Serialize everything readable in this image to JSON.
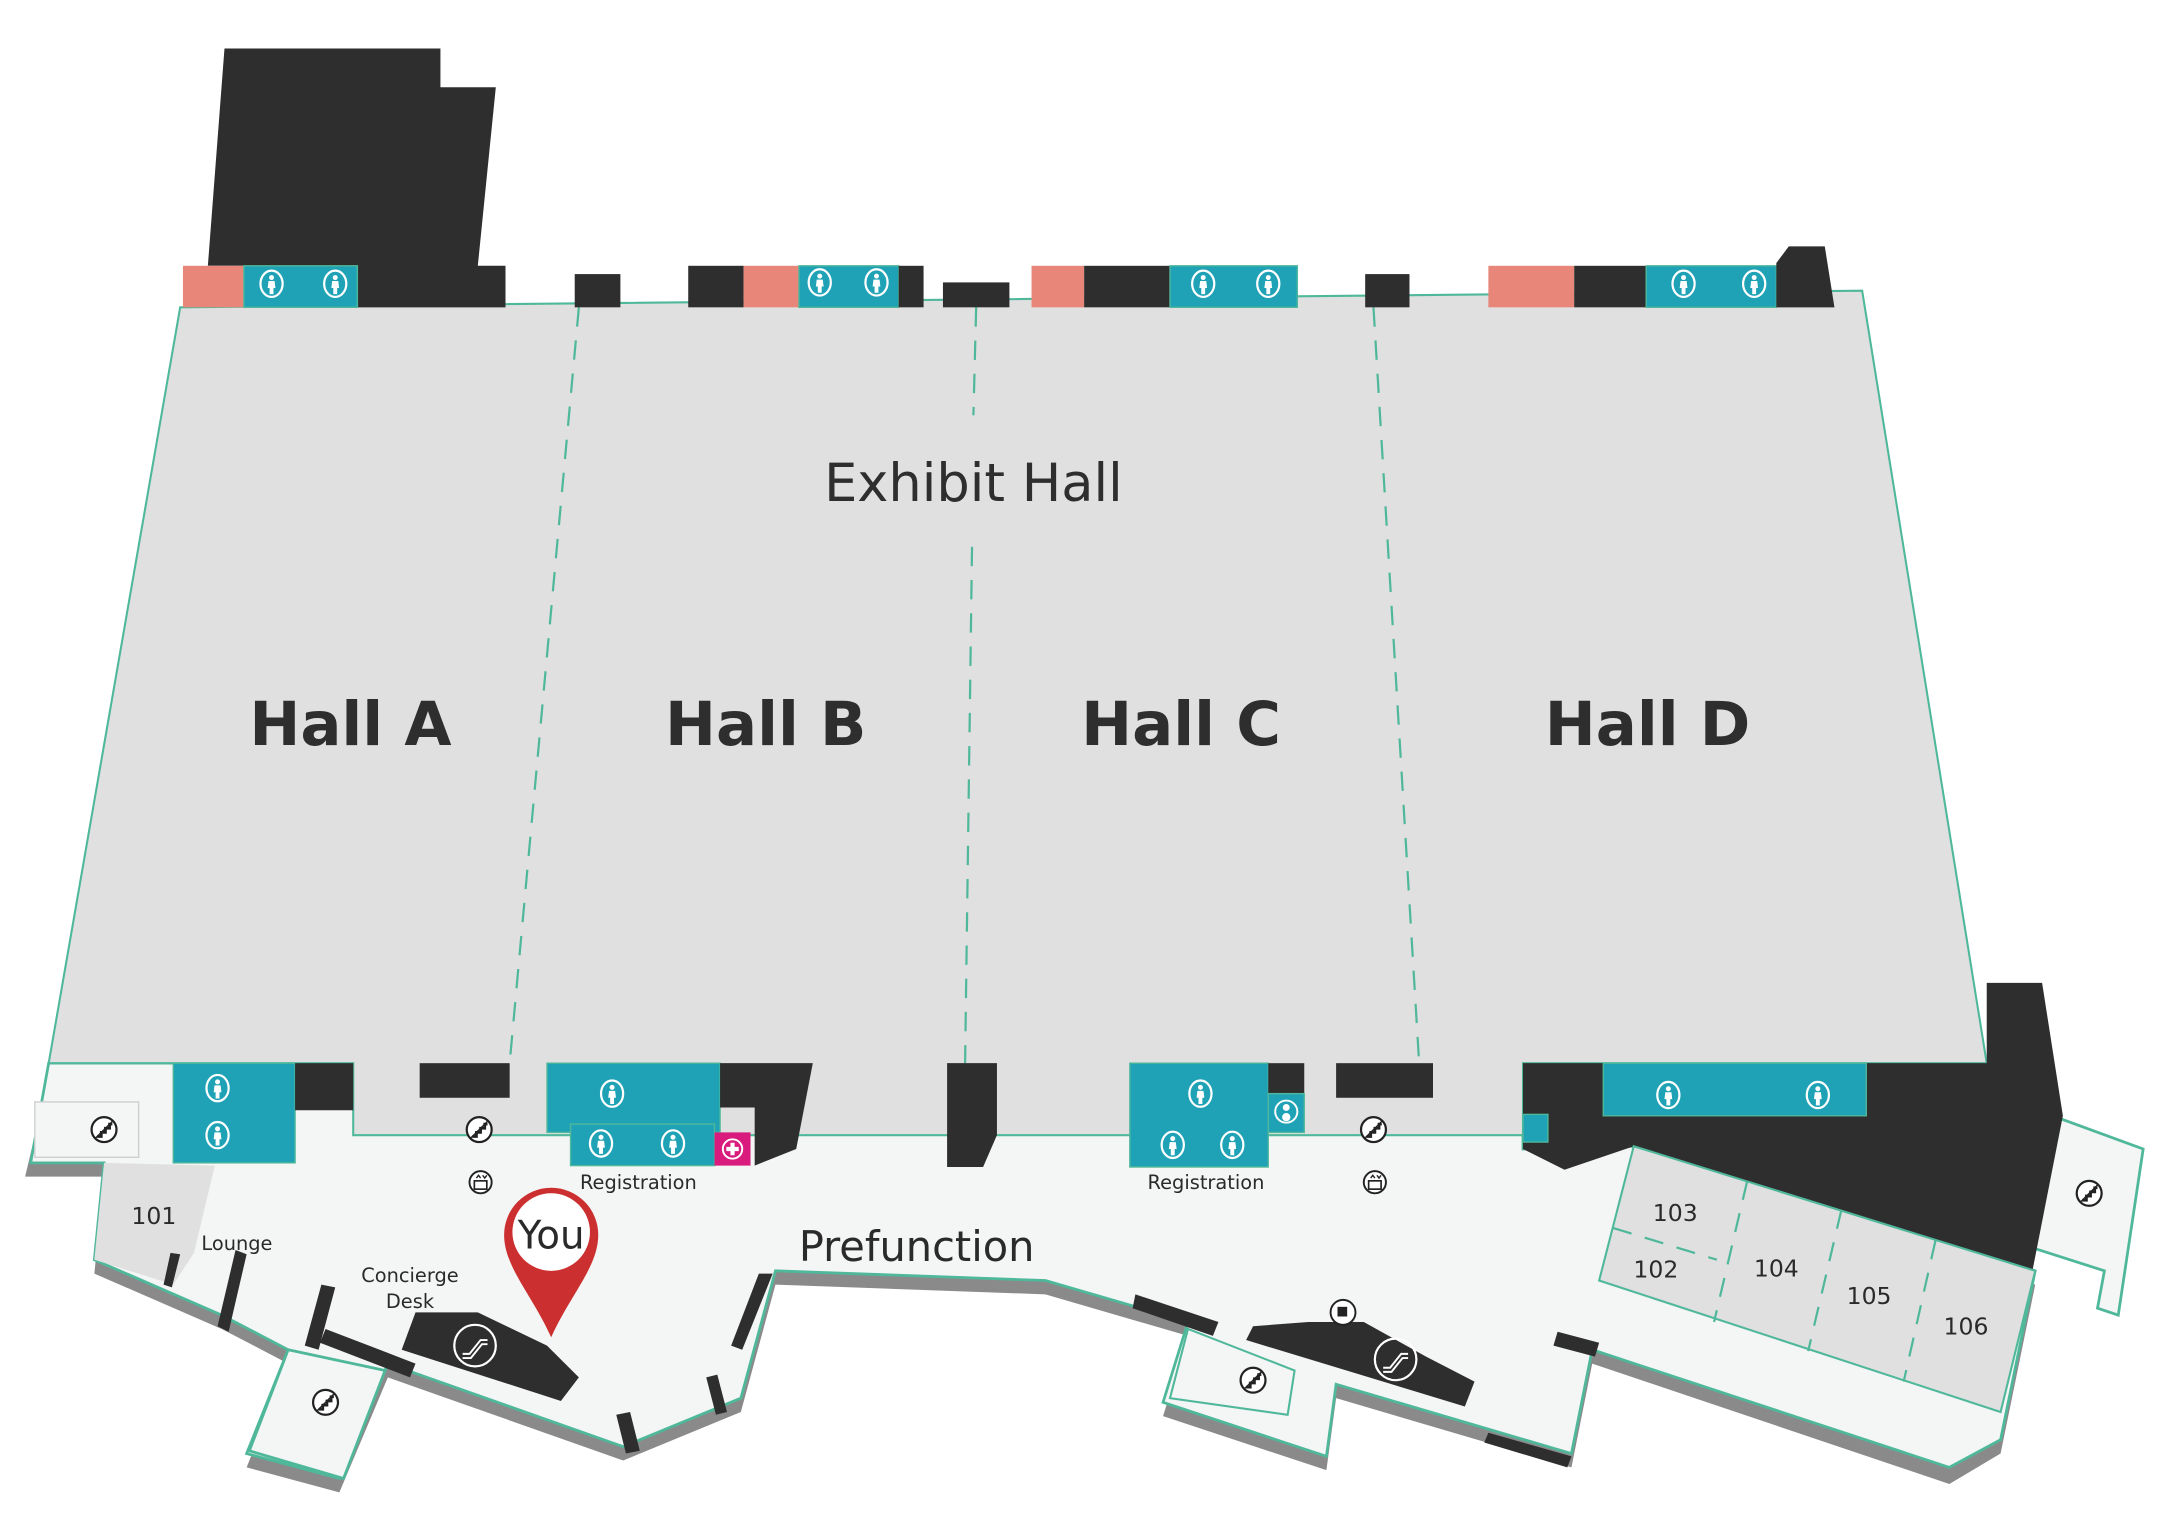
{
  "map": {
    "area_title": "Exhibit Hall",
    "halls": [
      "Hall A",
      "Hall B",
      "Hall C",
      "Hall D"
    ],
    "prefunction": "Prefunction",
    "registration_left": "Registration",
    "registration_right": "Registration",
    "lounge": "Lounge",
    "concierge_line1": "Concierge",
    "concierge_line2": "Desk",
    "rooms": [
      "101",
      "102",
      "103",
      "104",
      "105",
      "106"
    ],
    "you_marker": "You"
  },
  "colors": {
    "hall_floor": "#e0e0e0",
    "prefunction_floor": "#f4f5f5",
    "restroom": "#1fa2b6",
    "service": "#e8867a",
    "wall": "#2e2e2e",
    "outline": "#4fb89a",
    "first_aid": "#d81b7d",
    "you_marker": "#cc2f2f"
  },
  "icons": [
    "restroom-women-icon",
    "restroom-men-icon",
    "stairs-icon",
    "elevator-icon",
    "escalator-icon",
    "first-aid-icon",
    "family-room-icon",
    "coffee-icon"
  ]
}
